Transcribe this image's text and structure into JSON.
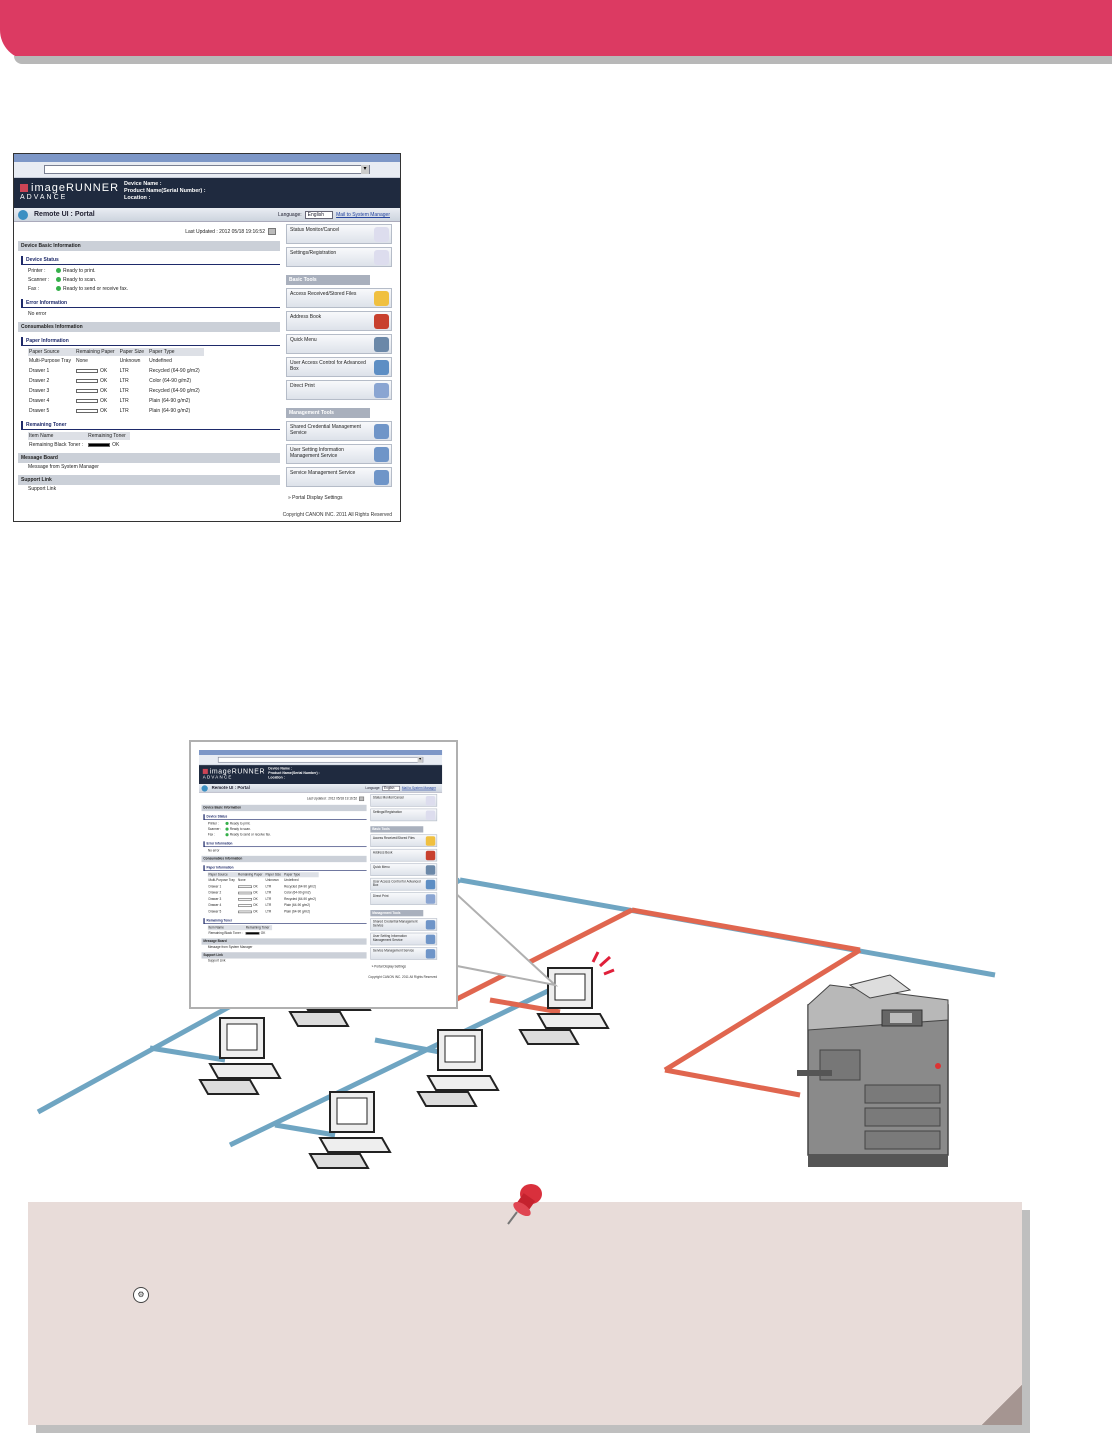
{
  "ui": {
    "logo_line1": "imageRUNNER",
    "logo_line2": "ADVANCE",
    "device_name_label": "Device Name :",
    "product_name_label": "Product Name(Serial Number) :",
    "location_label": "Location :",
    "portal_title": "Remote UI : Portal",
    "language_label": "Language:",
    "language_value": "English",
    "mail_link": "Mail to System Manager",
    "last_updated": "Last Updated : 2012 05/18 19:16:52",
    "sections": {
      "device_basic": "Device Basic Information",
      "device_status": "Device Status",
      "error_info": "Error Information",
      "consumables": "Consumables Information",
      "paper_info": "Paper Information",
      "remaining_toner": "Remaining Toner",
      "message_board": "Message Board",
      "support_link": "Support Link"
    },
    "status": [
      {
        "label": "Printer :",
        "value": "Ready to print."
      },
      {
        "label": "Scanner :",
        "value": "Ready to scan."
      },
      {
        "label": "Fax :",
        "value": "Ready to send or receive fax."
      }
    ],
    "error_text": "No error",
    "paper_headers": [
      "Paper Source",
      "Remaining Paper",
      "Paper Size",
      "Paper Type"
    ],
    "paper_rows": [
      [
        "Multi-Purpose Tray",
        "None",
        "Unknown",
        "Undefined"
      ],
      [
        "Drawer 1",
        "OK",
        "LTR",
        "Recycled (64-90 g/m2)"
      ],
      [
        "Drawer 2",
        "OK",
        "LTR",
        "Color (64-90 g/m2)"
      ],
      [
        "Drawer 3",
        "OK",
        "LTR",
        "Recycled (64-90 g/m2)"
      ],
      [
        "Drawer 4",
        "OK",
        "LTR",
        "Plain (64-90 g/m2)"
      ],
      [
        "Drawer 5",
        "OK",
        "LTR",
        "Plain (64-90 g/m2)"
      ]
    ],
    "toner_headers": [
      "Item Name",
      "Remaining Toner"
    ],
    "toner_row": [
      "Remaining Black Toner :",
      "OK"
    ],
    "message_text": "Message from System Manager",
    "support_text": "Support Link",
    "right_top": [
      "Status Monitor/Cancel",
      "Settings/Registration"
    ],
    "basic_tools_label": "Basic Tools",
    "basic_tools": [
      "Access Received/Stored Files",
      "Address Book",
      "Quick Menu",
      "User Access Control for Advanced Box",
      "Direct Print"
    ],
    "management_tools_label": "Management Tools",
    "management_tools": [
      "Shared Credential Management Service",
      "User Setting Information Management Service",
      "Service Management Service"
    ],
    "portal_display": "Portal Display Settings",
    "copyright": "Copyright CANON INC. 2011 All Rights Reserved"
  },
  "colors": {
    "banner": "#dc3a62",
    "network_blue": "#6fa5c2",
    "network_red": "#e0664f"
  }
}
